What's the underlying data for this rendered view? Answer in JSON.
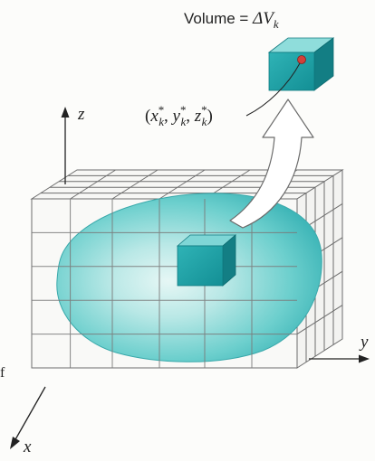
{
  "labels": {
    "volume_prefix": "Volume = ",
    "volume_symbol": "ΔV",
    "volume_subscript": "k",
    "point_open": "(",
    "point_x": "x",
    "point_y": "y",
    "point_z": "z",
    "point_star": "*",
    "point_sub": "k",
    "point_sep": ", ",
    "point_close": ")",
    "axis_x": "x",
    "axis_y": "y",
    "axis_z": "z",
    "margin_fragment": "f"
  },
  "colors": {
    "solid_fill": "#5cc6c6",
    "solid_core": "#b9e8e6",
    "grid_line": "#6d6d6d",
    "cube_front": "#1f9ea3",
    "cube_top": "#7fd6d6",
    "cube_side": "#137e84",
    "sample_point": "#d2403a",
    "arrow_fill": "#ffffff",
    "arrow_stroke": "#6b6b6b",
    "axis": "#222222"
  },
  "icons": {
    "grid": "rectangular-grid-box",
    "solid": "teal-solid-region",
    "small_cube": "subbox-cube-icon",
    "big_cube": "magnified-subbox-cube-icon",
    "arrow": "curved-up-arrow-icon"
  }
}
